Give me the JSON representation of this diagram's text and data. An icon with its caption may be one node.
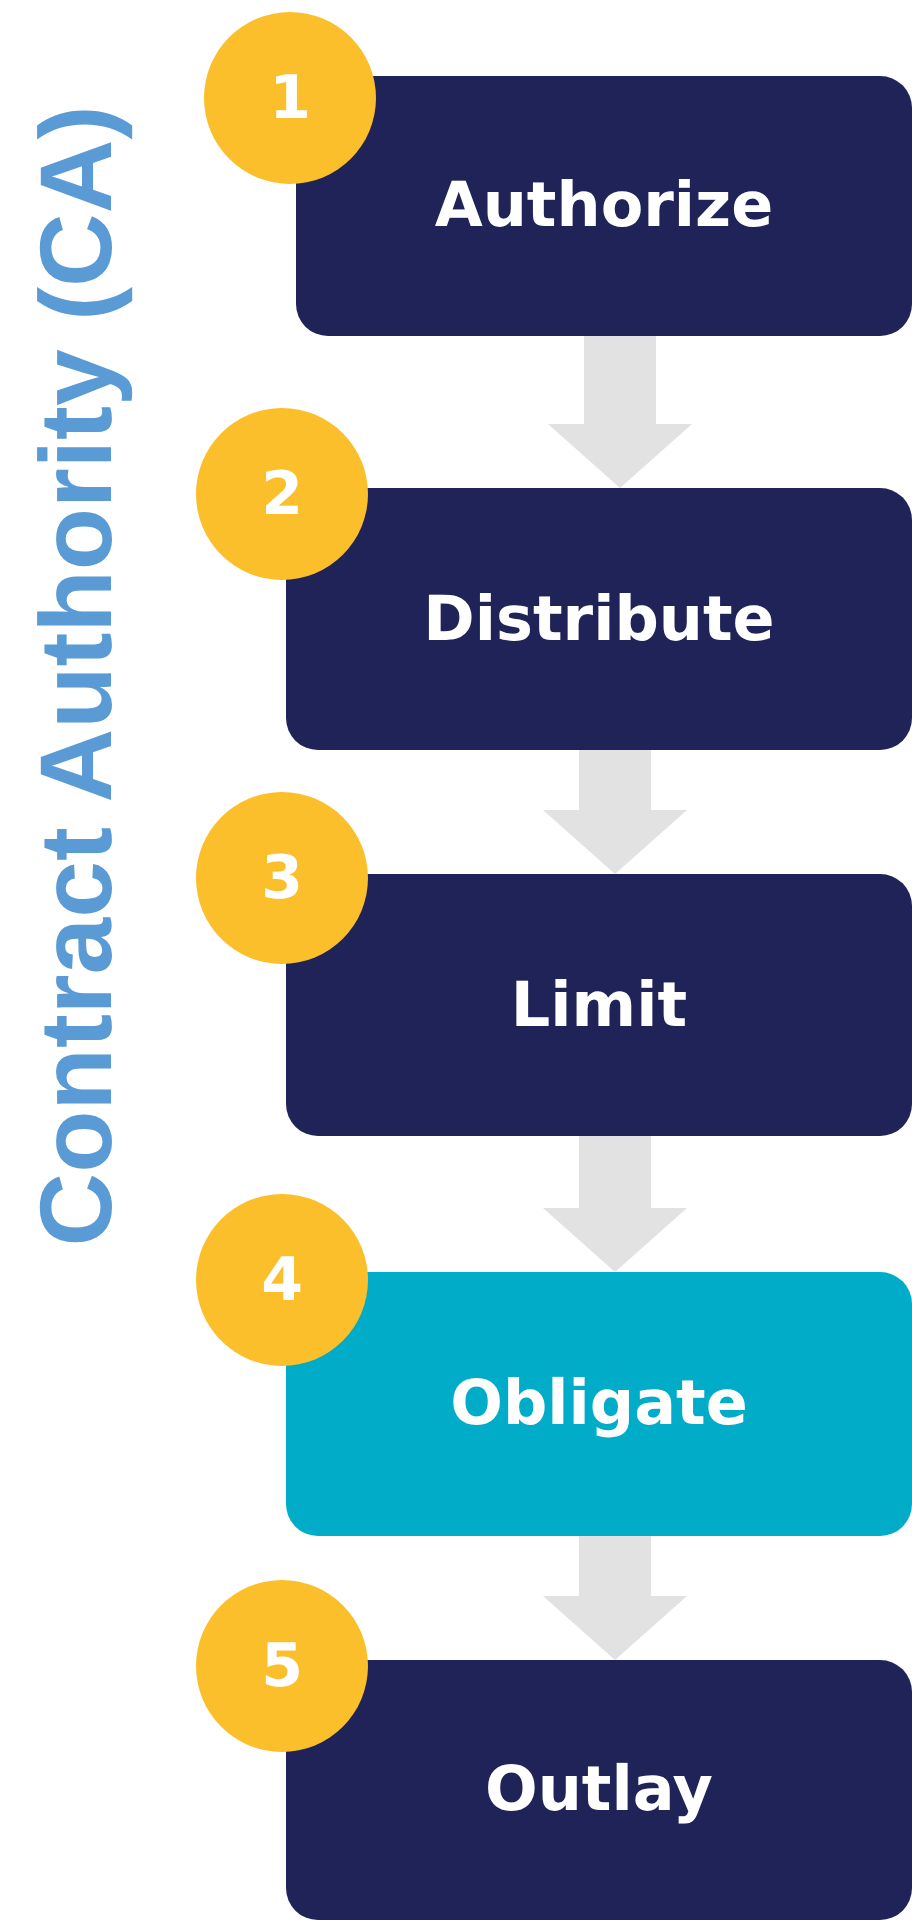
{
  "diagram": {
    "nodes": [
      {
        "text": [
          "1"
        ]
      },
      {
        "text": [
          "Authorize"
        ]
      },
      {
        "text": [
          "2"
        ]
      },
      {
        "text": [
          "Distribute"
        ]
      },
      {
        "text": [
          "3"
        ]
      },
      {
        "text": [
          "Limit"
        ]
      },
      {
        "text": [
          "4"
        ]
      },
      {
        "text": [
          "Obligate"
        ]
      },
      {
        "text": [
          "5"
        ]
      },
      {
        "text": [
          "Outlay"
        ]
      }
    ],
    "edges": [
      {
        "from": 1,
        "to": 3,
        "arrow": "to"
      },
      {
        "from": 3,
        "to": 5,
        "arrow": "to"
      },
      {
        "from": 5,
        "to": 7,
        "arrow": "to"
      },
      {
        "from": 7,
        "to": 9,
        "arrow": "to"
      }
    ],
    "labels": [
      "Contract Authority (CA)"
    ]
  }
}
